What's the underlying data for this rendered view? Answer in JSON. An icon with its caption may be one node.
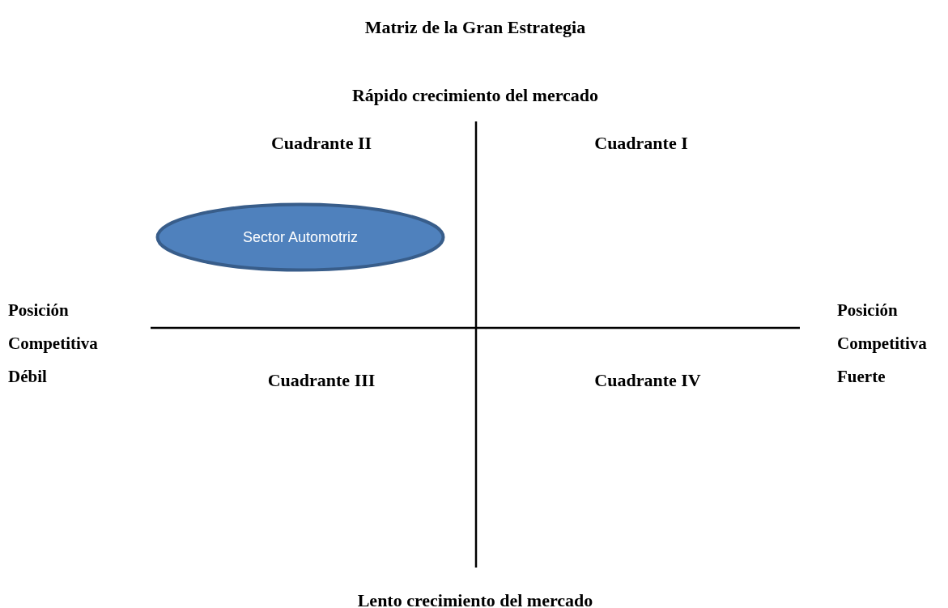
{
  "diagram": {
    "title": "Matriz de la Gran Estrategia",
    "nodes": [
      {
        "text": [
          "Sector Automotriz"
        ]
      }
    ],
    "labels": [
      "Rápido crecimiento del mercado",
      "Cuadrante II",
      "Cuadrante I",
      "Posición Competitiva Débil",
      "Posición Competitiva Fuerte",
      "Cuadrante III",
      "Cuadrante IV",
      "Lento crecimiento del mercado"
    ]
  }
}
